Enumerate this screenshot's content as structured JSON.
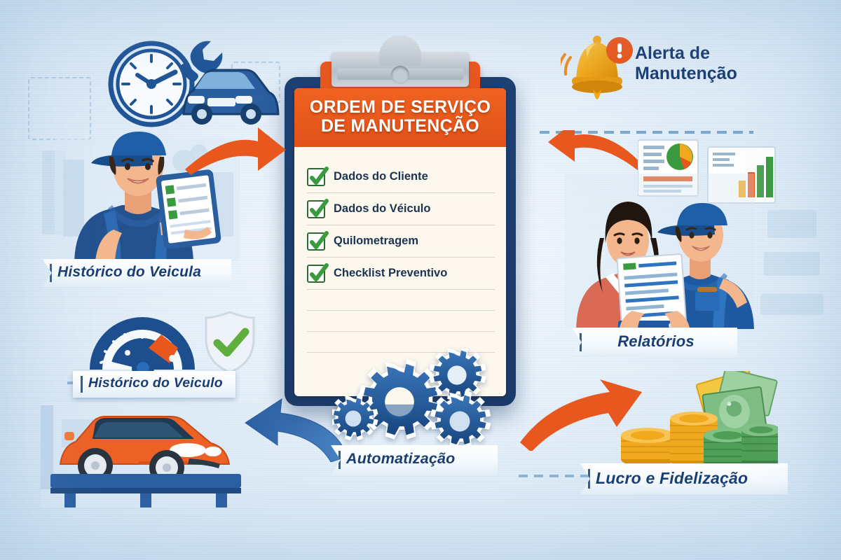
{
  "infographic": {
    "language": "pt-BR",
    "background_color": "#dbeaf6",
    "accent_orange": "#e8571d",
    "accent_navy": "#1d3f72",
    "accent_green": "#3a9a40"
  },
  "clipboard": {
    "title_line1": "ORDEM DE SERVIÇO",
    "title_line2": "DE MANUTENÇÃO",
    "title_bg": "#e8571d",
    "title_color": "#ffffff",
    "body_bg": "#fdf8ee",
    "frame_color": "#1d3f72",
    "clip_color": "#c3ccd4",
    "checklist": [
      {
        "label": "Dados do Cliente",
        "checked": true
      },
      {
        "label": "Dados do Véiculo",
        "checked": true
      },
      {
        "label": "Quilometragem",
        "checked": true
      },
      {
        "label": "Checklist Preventivo",
        "checked": true
      }
    ],
    "blank_lines": 3
  },
  "labels": {
    "alert": {
      "line1": "Alerta de",
      "line2": "Manutenção",
      "icon": "bell-icon",
      "badge_icon": "exclamation-icon",
      "color": "#1b3e72"
    },
    "history_top": {
      "text": "Histórico do Veicula",
      "color": "#1b3e72"
    },
    "history_bottom": {
      "text": "Histórico do Veiculo",
      "color": "#1b3e72"
    },
    "automation": {
      "text": "Automatização",
      "color": "#1b3e72"
    },
    "reports": {
      "text": "Relatórios",
      "color": "#1b3e72"
    },
    "profit": {
      "text": "Lucro e Fidelização",
      "color": "#1b3e72"
    }
  },
  "scenes": {
    "top_left": {
      "name": "clock-wrench-car",
      "items": [
        "clock-icon",
        "wrench-icon",
        "blue-car-icon"
      ],
      "color": "#1f5496"
    },
    "mechanic_tablet": {
      "name": "mechanic-with-tablet",
      "cap_color": "#1f5fa8",
      "uniform_color": "#23528f",
      "skin_color": "#f0b088",
      "tablet_color": "#2a5e9e"
    },
    "gauge_shield": {
      "name": "gauge-and-shield",
      "gauge_color": "#1d4f8f",
      "gauge_warning_color": "#e8571d",
      "shield_check_color": "#5fae3e"
    },
    "orange_car_lift": {
      "name": "orange-car-on-lift",
      "car_color": "#ec6226",
      "lift_color": "#2a5ea0"
    },
    "handshake_report": {
      "name": "customer-and-mechanic-report",
      "woman_blazer_color": "#d96a56",
      "mechanic_uniform_color": "#1f5aa0",
      "charts": [
        "pie-chart-icon",
        "bar-chart-icon",
        "document-icon"
      ]
    },
    "money": {
      "name": "coins-and-banknotes",
      "gold_coin_color": "#f0a91e",
      "green_coin_color": "#4f9e55",
      "banknote_color": "#78b87a"
    },
    "gears": {
      "name": "gears-cluster",
      "count": 4,
      "color": "#1f5496"
    }
  },
  "arrows": [
    {
      "name": "arrow-to-clipboard-left",
      "direction": "right",
      "color": "#e8571d"
    },
    {
      "name": "arrow-to-clipboard-right",
      "direction": "left",
      "color": "#e8571d"
    },
    {
      "name": "arrow-to-car",
      "direction": "up-left",
      "color": "#2a5ea0"
    },
    {
      "name": "arrow-to-money",
      "direction": "up-right",
      "color": "#e8571d"
    }
  ]
}
